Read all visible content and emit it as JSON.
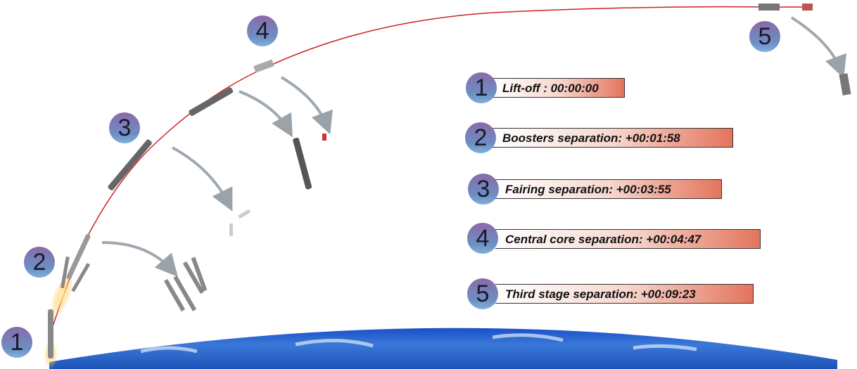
{
  "diagram": {
    "stages": [
      {
        "number": "1",
        "label": "Lift-off : 00:00:00"
      },
      {
        "number": "2",
        "label": "Boosters separation: +00:01:58"
      },
      {
        "number": "3",
        "label": "Fairing separation: +00:03:55"
      },
      {
        "number": "4",
        "label": "Central core separation: +00:04:47"
      },
      {
        "number": "5",
        "label": "Third stage separation: +00:09:23"
      }
    ],
    "colors": {
      "trajectory": "#d02020",
      "earth": "#1e5fd0",
      "badge_top": "#8a6aa8",
      "badge_bottom": "#7fb0dc",
      "arrow": "#a0a8b0"
    }
  }
}
